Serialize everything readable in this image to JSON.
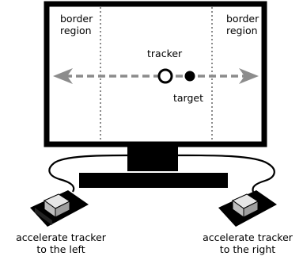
{
  "labels": {
    "border_left": [
      "border",
      "region"
    ],
    "border_right": [
      "border",
      "region"
    ],
    "tracker": "tracker",
    "target": "target",
    "button_left": [
      "accelerate tracker",
      "to the left"
    ],
    "button_right": [
      "accelerate tracker",
      "to the right"
    ]
  },
  "colors": {
    "arrow": "#8c8c8c",
    "dotted_line": "#8c8c8c",
    "screen_frame": "#000000",
    "button_cap": "#cfcfcf",
    "button_base": "#000000"
  },
  "icons": {
    "tracker": "hollow-circle",
    "target": "filled-circle",
    "bidirectional_arrow": "double-headed-dashed-arrow"
  }
}
